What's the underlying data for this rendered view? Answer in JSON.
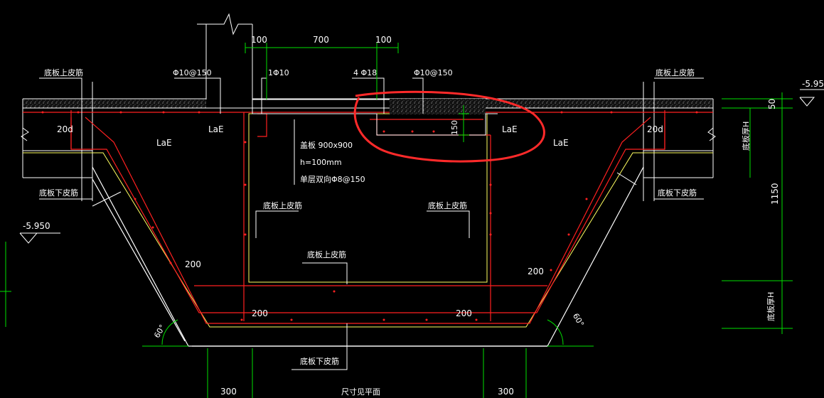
{
  "drawing": {
    "colors": {
      "background": "#000000",
      "rebar_red": "#ff2020",
      "concrete_white": "#ffffff",
      "dimension_green": "#00e000",
      "yellow_line": "#ffff60",
      "markup_red": "#ff2a2a"
    },
    "dims": {
      "d100_left": "100",
      "d700": "700",
      "d100_right": "100",
      "d50": "50",
      "d1150": "1150",
      "d150": "150",
      "d200_left_slope": "200",
      "d200_right_slope": "200",
      "d200_bottom_left": "200",
      "d200_bottom_right": "200",
      "d300_left": "300",
      "d300_right": "300"
    },
    "labels": {
      "top_rebar_left": "底板上皮筋",
      "top_rebar_right": "底板上皮筋",
      "rebar_spacing_left": "Φ10@150",
      "rebar_1phi10": "1Φ10",
      "rebar_4phi18": "4 Φ18",
      "rebar_spacing_right": "Φ10@150",
      "lae_1": "LaE",
      "lae_2": "LaE",
      "lae_3": "LaE",
      "lae_4": "LaE",
      "anchor_20d_left": "20d",
      "anchor_20d_right": "20d",
      "lid_line1": "盖板 900x900",
      "lid_line2": "h=100mm",
      "lid_line3": "单层双向Φ8@150",
      "bottom_rebar_left": "底板下皮筋",
      "bottom_rebar_right": "底板下皮筋",
      "inner_top_rebar_left": "底板上皮筋",
      "inner_top_rebar_right": "底板上皮筋",
      "inner_top_rebar_center": "底板上皮筋",
      "bottom_bottom_rebar": "底板下皮筋",
      "elevation_left": "-5.950",
      "elevation_right": "-5.95",
      "thickness_vert_1": "底板厚H",
      "thickness_vert_2": "底板厚H",
      "size_see_plan": "尺寸见平面",
      "angle_left": "60°",
      "angle_right": "60°"
    }
  }
}
